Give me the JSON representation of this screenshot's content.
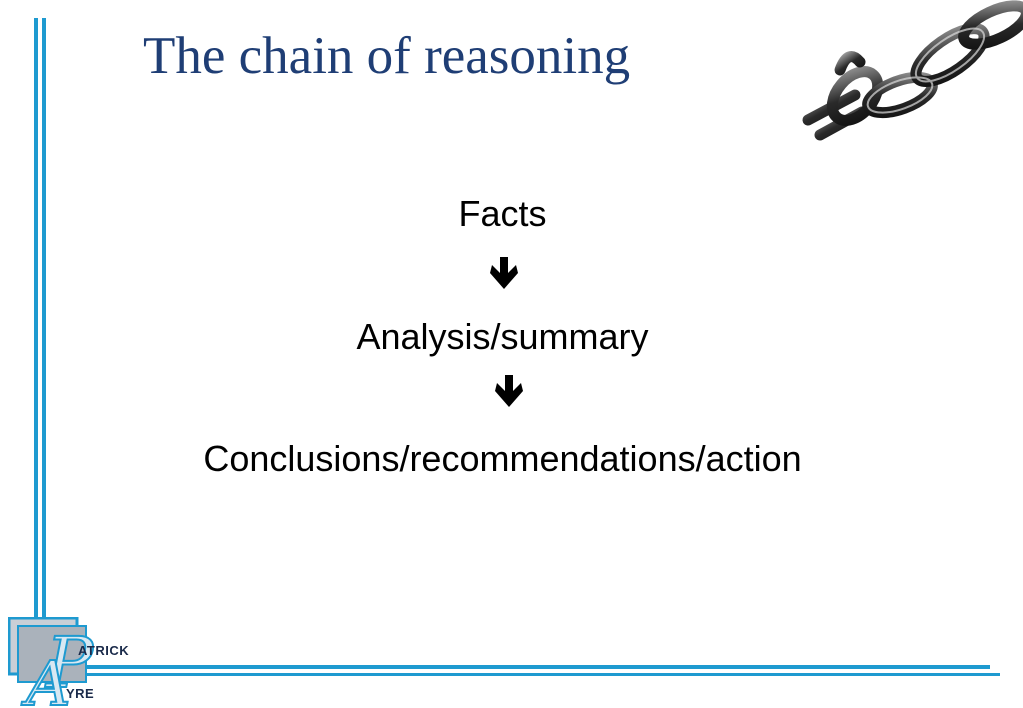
{
  "slide": {
    "title": "The chain of reasoning",
    "flow": [
      "Facts",
      "Analysis/summary",
      "Conclusions/recommendations/action"
    ]
  },
  "logo": {
    "line1": "ATRICK",
    "line2": "YRE",
    "letters": [
      "P",
      "A"
    ]
  },
  "images": {
    "chain": "broken-chain-image",
    "arrow": "down-arrow-icon"
  },
  "colors": {
    "title": "#1f3e75",
    "accent": "#1e9ad0",
    "text": "#000000"
  }
}
